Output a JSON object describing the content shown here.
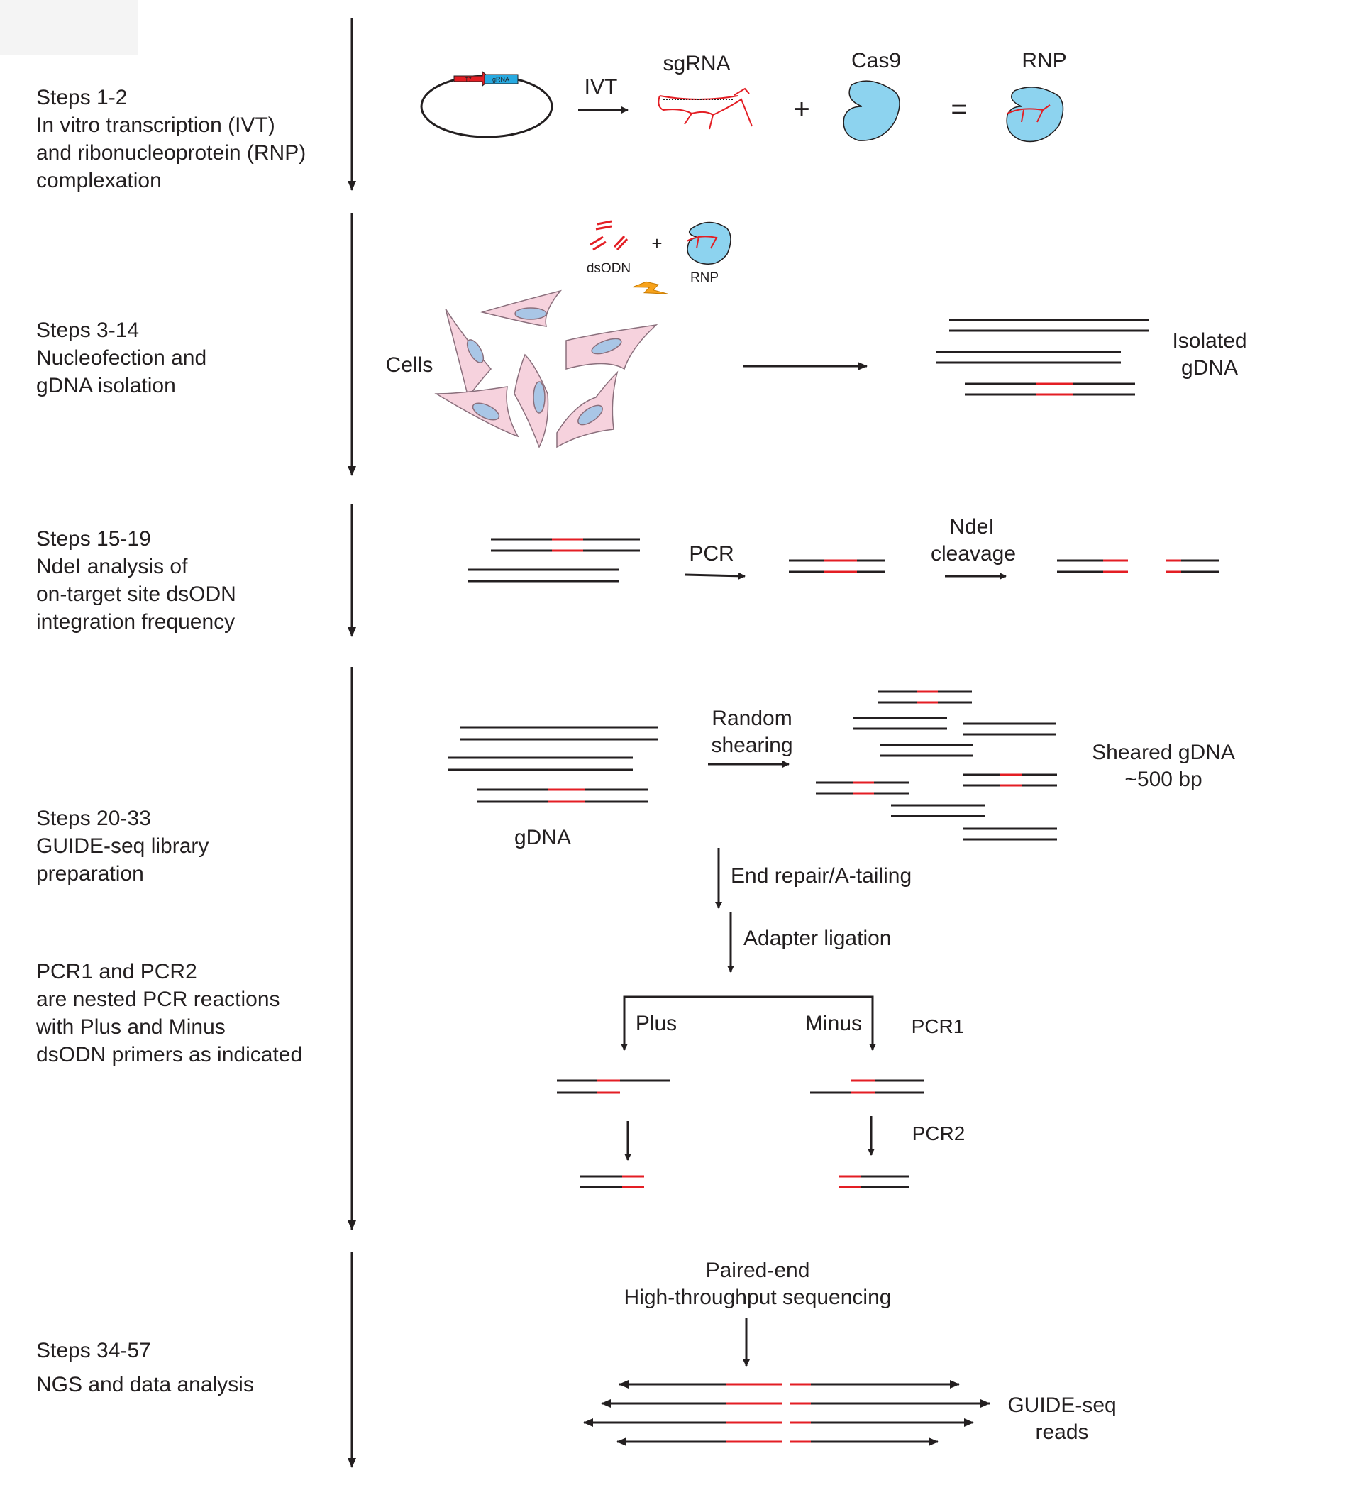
{
  "steps": [
    {
      "id": "s1",
      "lines": [
        "Steps 1-2",
        "In vitro transcription (IVT)",
        "and ribonucleoprotein (RNP)",
        "complexation"
      ]
    },
    {
      "id": "s2",
      "lines": [
        "Steps 3-14",
        "Nucleofection and",
        "gDNA isolation"
      ]
    },
    {
      "id": "s3",
      "lines": [
        "Steps 15-19",
        "NdeI analysis of",
        "on-target site dsODN",
        "integration frequency"
      ]
    },
    {
      "id": "s4",
      "lines": [
        "Steps 20-33",
        "GUIDE-seq library",
        "preparation"
      ]
    },
    {
      "id": "s4b",
      "lines": [
        "PCR1 and PCR2",
        "are nested PCR reactions",
        "with Plus and Minus",
        "dsODN primers as indicated"
      ]
    },
    {
      "id": "s5",
      "lines": [
        "Steps 34-57",
        "NGS and data analysis"
      ]
    }
  ],
  "panel1": {
    "t7": "T7",
    "grna": "gRNA",
    "ivt": "IVT",
    "sgrna": "sgRNA",
    "cas9": "Cas9",
    "rnp": "RNP",
    "plus": "+",
    "equals": "="
  },
  "panel2": {
    "dsodn": "dsODN",
    "plus": "+",
    "rnp": "RNP",
    "cells": "Cells",
    "isolated": "Isolated",
    "gdna": "gDNA"
  },
  "panel3": {
    "pcr": "PCR",
    "ndei": "NdeI",
    "cleavage": "cleavage"
  },
  "panel4": {
    "random": "Random",
    "shearing": "shearing",
    "gdna": "gDNA",
    "sheared": "Sheared gDNA",
    "bp": "~500 bp",
    "end_repair": "End repair/A-tailing",
    "adapter": "Adapter ligation",
    "plus": "Plus",
    "minus": "Minus",
    "pcr1": "PCR1",
    "pcr2": "PCR2"
  },
  "panel5": {
    "paired": "Paired-end",
    "hts": "High-throughput sequencing",
    "reads1": "GUIDE-seq",
    "reads2": "reads"
  },
  "colors": {
    "dna": "#231f20",
    "red": "#e31e24",
    "cas9": "#8dd3ef",
    "cell": "#f6d2dd",
    "cell_stroke": "#8a6f7c",
    "nucleus": "#a9c6e6",
    "bolt": "#f7a21b",
    "grna_box": "#27aae1"
  }
}
